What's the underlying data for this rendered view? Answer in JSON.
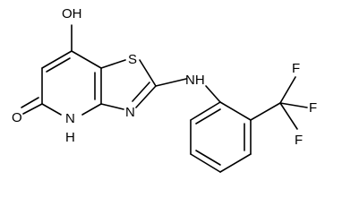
{
  "structure": {
    "atom_labels": {
      "oh": "OH",
      "s": "S",
      "nh_link": "NH",
      "n_ring": "N",
      "o": "O",
      "n_ring_h": "N",
      "h_ring": "H",
      "f1": "F",
      "f2": "F",
      "f3": "F"
    },
    "colors": {
      "ink": "#000000",
      "background": "#ffffff"
    }
  }
}
